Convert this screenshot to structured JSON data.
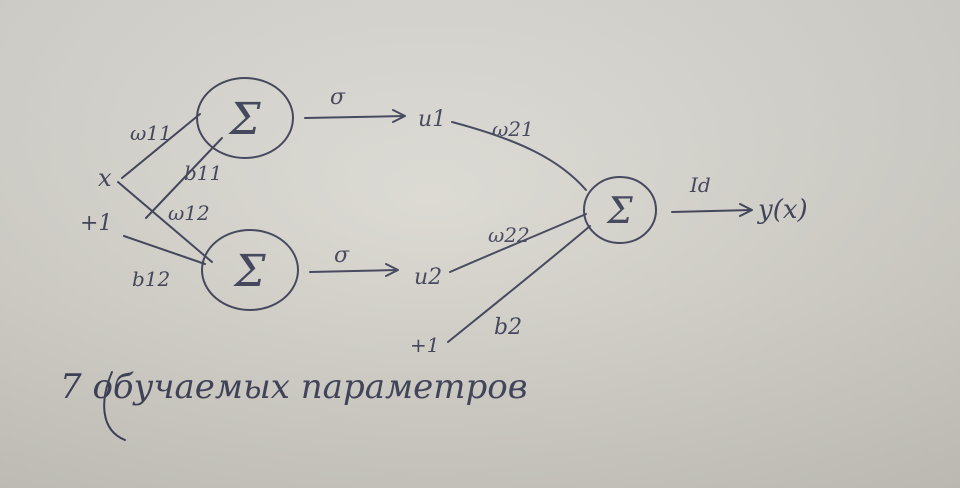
{
  "diagram": {
    "sum_symbol": "Σ",
    "sum_nodes": [
      "Σ",
      "Σ",
      "Σ"
    ],
    "inputs": {
      "x": "x",
      "bias_1": "+1",
      "bias_2": "+1"
    },
    "weights": {
      "w11": "ω11",
      "w12": "ω12",
      "b11": "b11",
      "b12": "b12",
      "w21": "ω21",
      "w22": "ω22",
      "b2": "b2"
    },
    "activations": {
      "hidden_1": "σ",
      "hidden_2": "σ",
      "output": "Id"
    },
    "hidden_units": {
      "u1": "u1",
      "u2": "u2"
    },
    "output": "y(x)",
    "caption": "7 обучаемых параметров"
  },
  "colors": {
    "paper": "#d8d6cf",
    "ink": "#3a3d54"
  }
}
